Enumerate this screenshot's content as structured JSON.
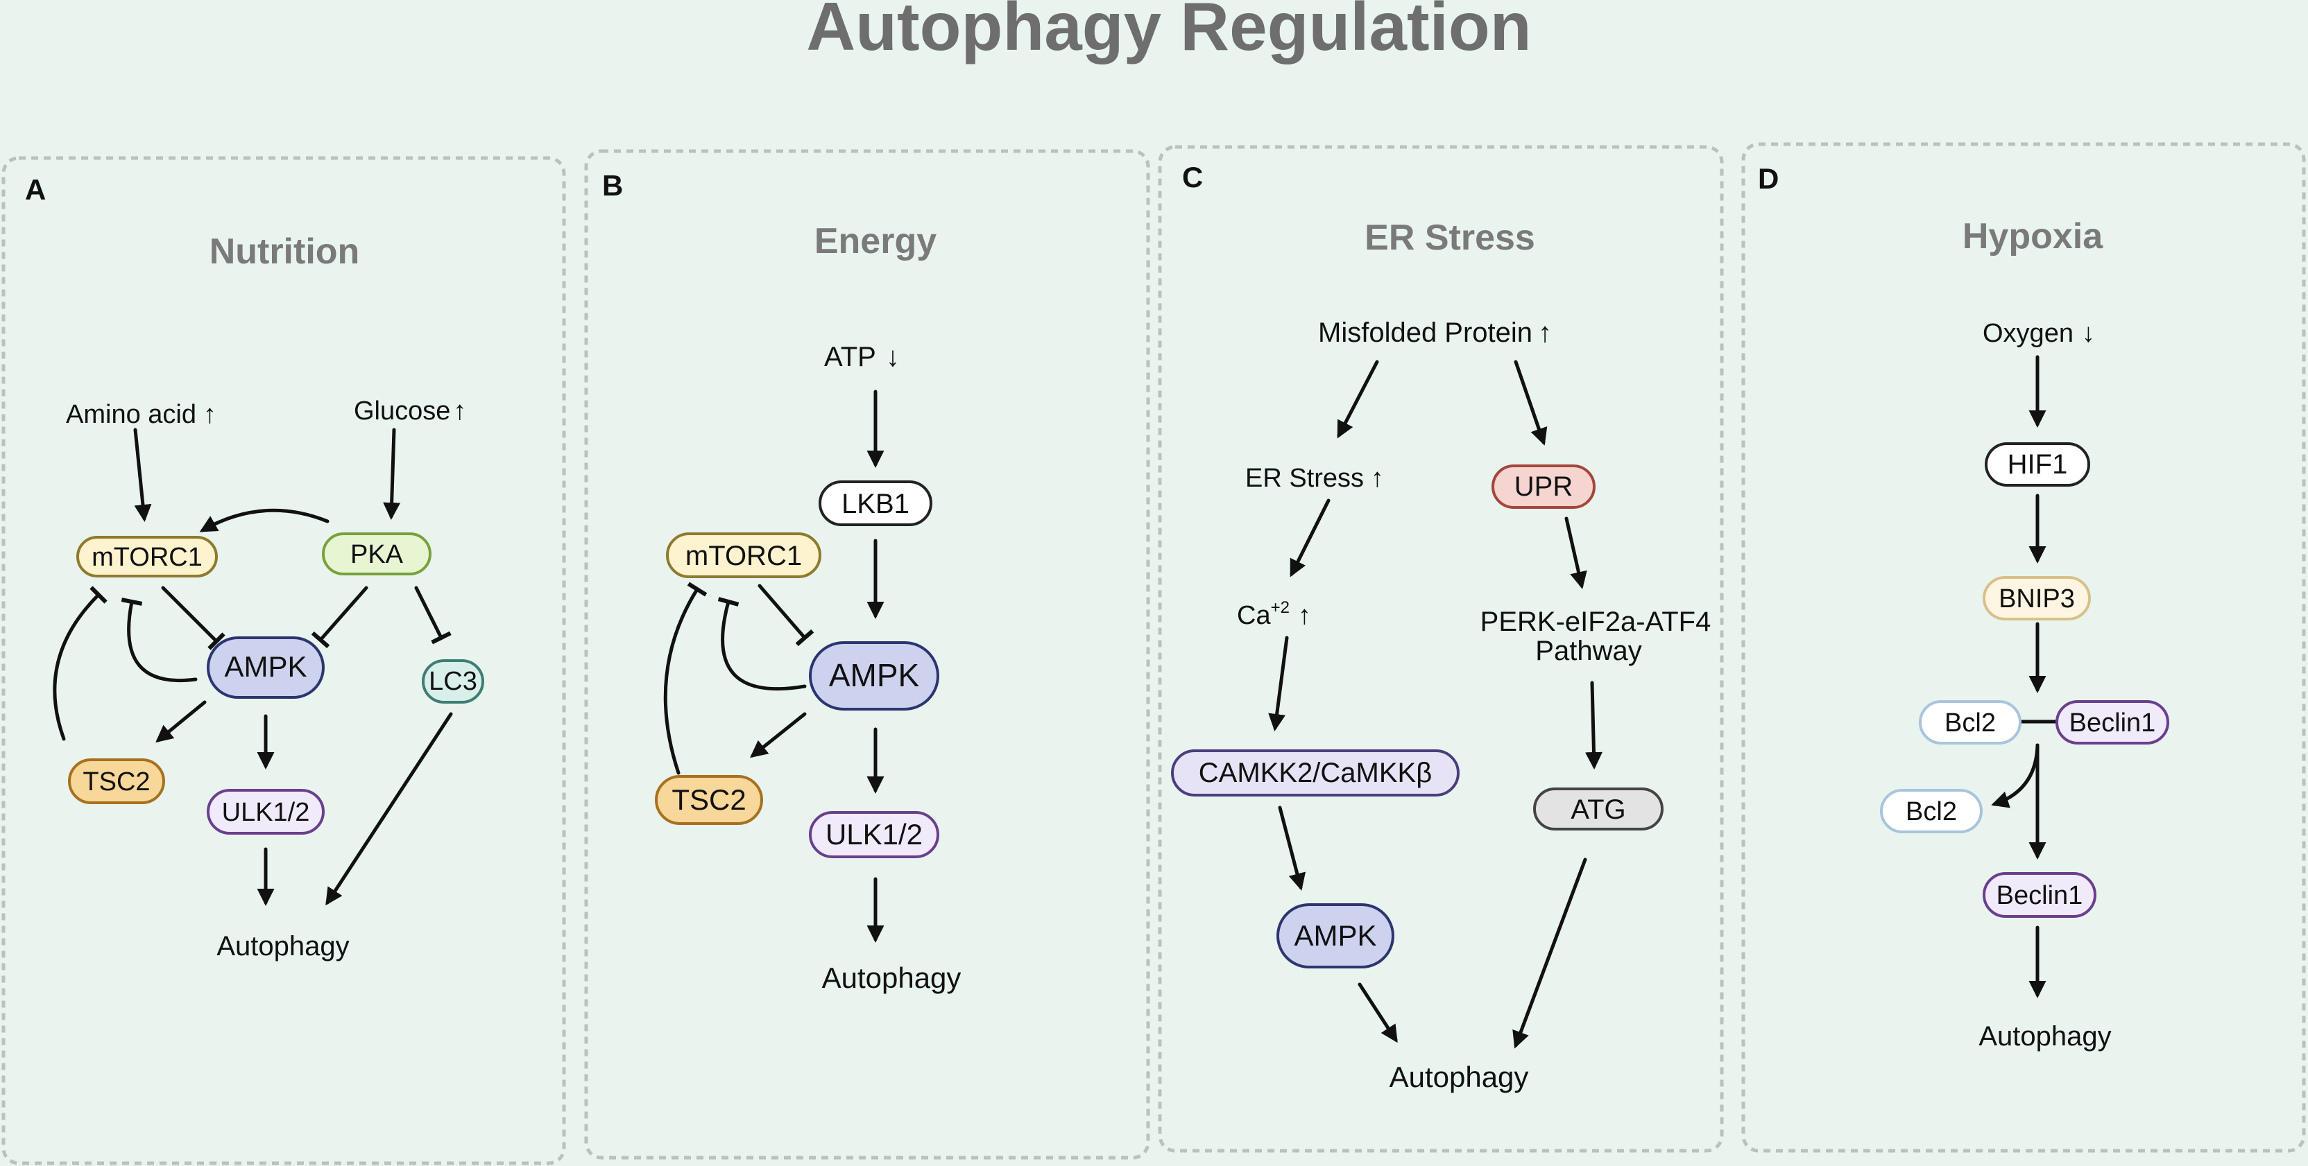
{
  "title": "Autophagy Regulation",
  "panels": [
    {
      "letter": "A",
      "title": "Nutrition"
    },
    {
      "letter": "B",
      "title": "Energy"
    },
    {
      "letter": "C",
      "title": "ER Stress"
    },
    {
      "letter": "D",
      "title": "Hypoxia"
    }
  ],
  "colors": {
    "yellow": {
      "fill": "#fdf3cf",
      "stroke": "#8f7a2d"
    },
    "green": {
      "fill": "#e7f5d3",
      "stroke": "#7aa03a"
    },
    "blue": {
      "fill": "#cdd3ef",
      "stroke": "#2d3570"
    },
    "purple": {
      "fill": "#f1eafb",
      "stroke": "#6a3f8c"
    },
    "orange": {
      "fill": "#f8d79a",
      "stroke": "#a8701e"
    },
    "teal": {
      "fill": "#d9efea",
      "stroke": "#3f7d73"
    },
    "white": {
      "fill": "#ffffff",
      "stroke": "#222222"
    },
    "red": {
      "fill": "#f6d4cf",
      "stroke": "#a4463c"
    },
    "gray": {
      "fill": "#e3e3e3",
      "stroke": "#444444"
    },
    "lightblue": {
      "fill": "#ffffff",
      "stroke": "#a9c4dd"
    },
    "cream": {
      "fill": "#fff5e2",
      "stroke": "#d9c08a"
    },
    "lavender": {
      "fill": "#e5e3f5",
      "stroke": "#4a3f7d"
    }
  },
  "a": {
    "amino_acid": "Amino acid",
    "glucose": "Glucose",
    "mtorc1": "mTORC1",
    "pka": "PKA",
    "ampk": "AMPK",
    "lc3": "LC3",
    "tsc2": "TSC2",
    "ulk": "ULK1/2",
    "autophagy": "Autophagy"
  },
  "b": {
    "atp": "ATP",
    "lkb1": "LKB1",
    "mtorc1": "mTORC1",
    "ampk": "AMPK",
    "tsc2": "TSC2",
    "ulk": "ULK1/2",
    "autophagy": "Autophagy"
  },
  "c": {
    "misfolded": "Misfolded Protein",
    "er_stress": "ER Stress",
    "upr": "UPR",
    "ca": "Ca",
    "ca_sup": "+2",
    "perk_line1": "PERK-eIF2a-ATF4",
    "perk_line2": "Pathway",
    "camkk": "CAMKK2/CaMKKβ",
    "atg": "ATG",
    "ampk": "AMPK",
    "autophagy": "Autophagy"
  },
  "d": {
    "oxygen": "Oxygen",
    "hif1": "HIF1",
    "bnip3": "BNIP3",
    "bcl2": "Bcl2",
    "beclin1": "Beclin1",
    "bcl2_free": "Bcl2",
    "beclin1_free": "Beclin1",
    "autophagy": "Autophagy"
  }
}
